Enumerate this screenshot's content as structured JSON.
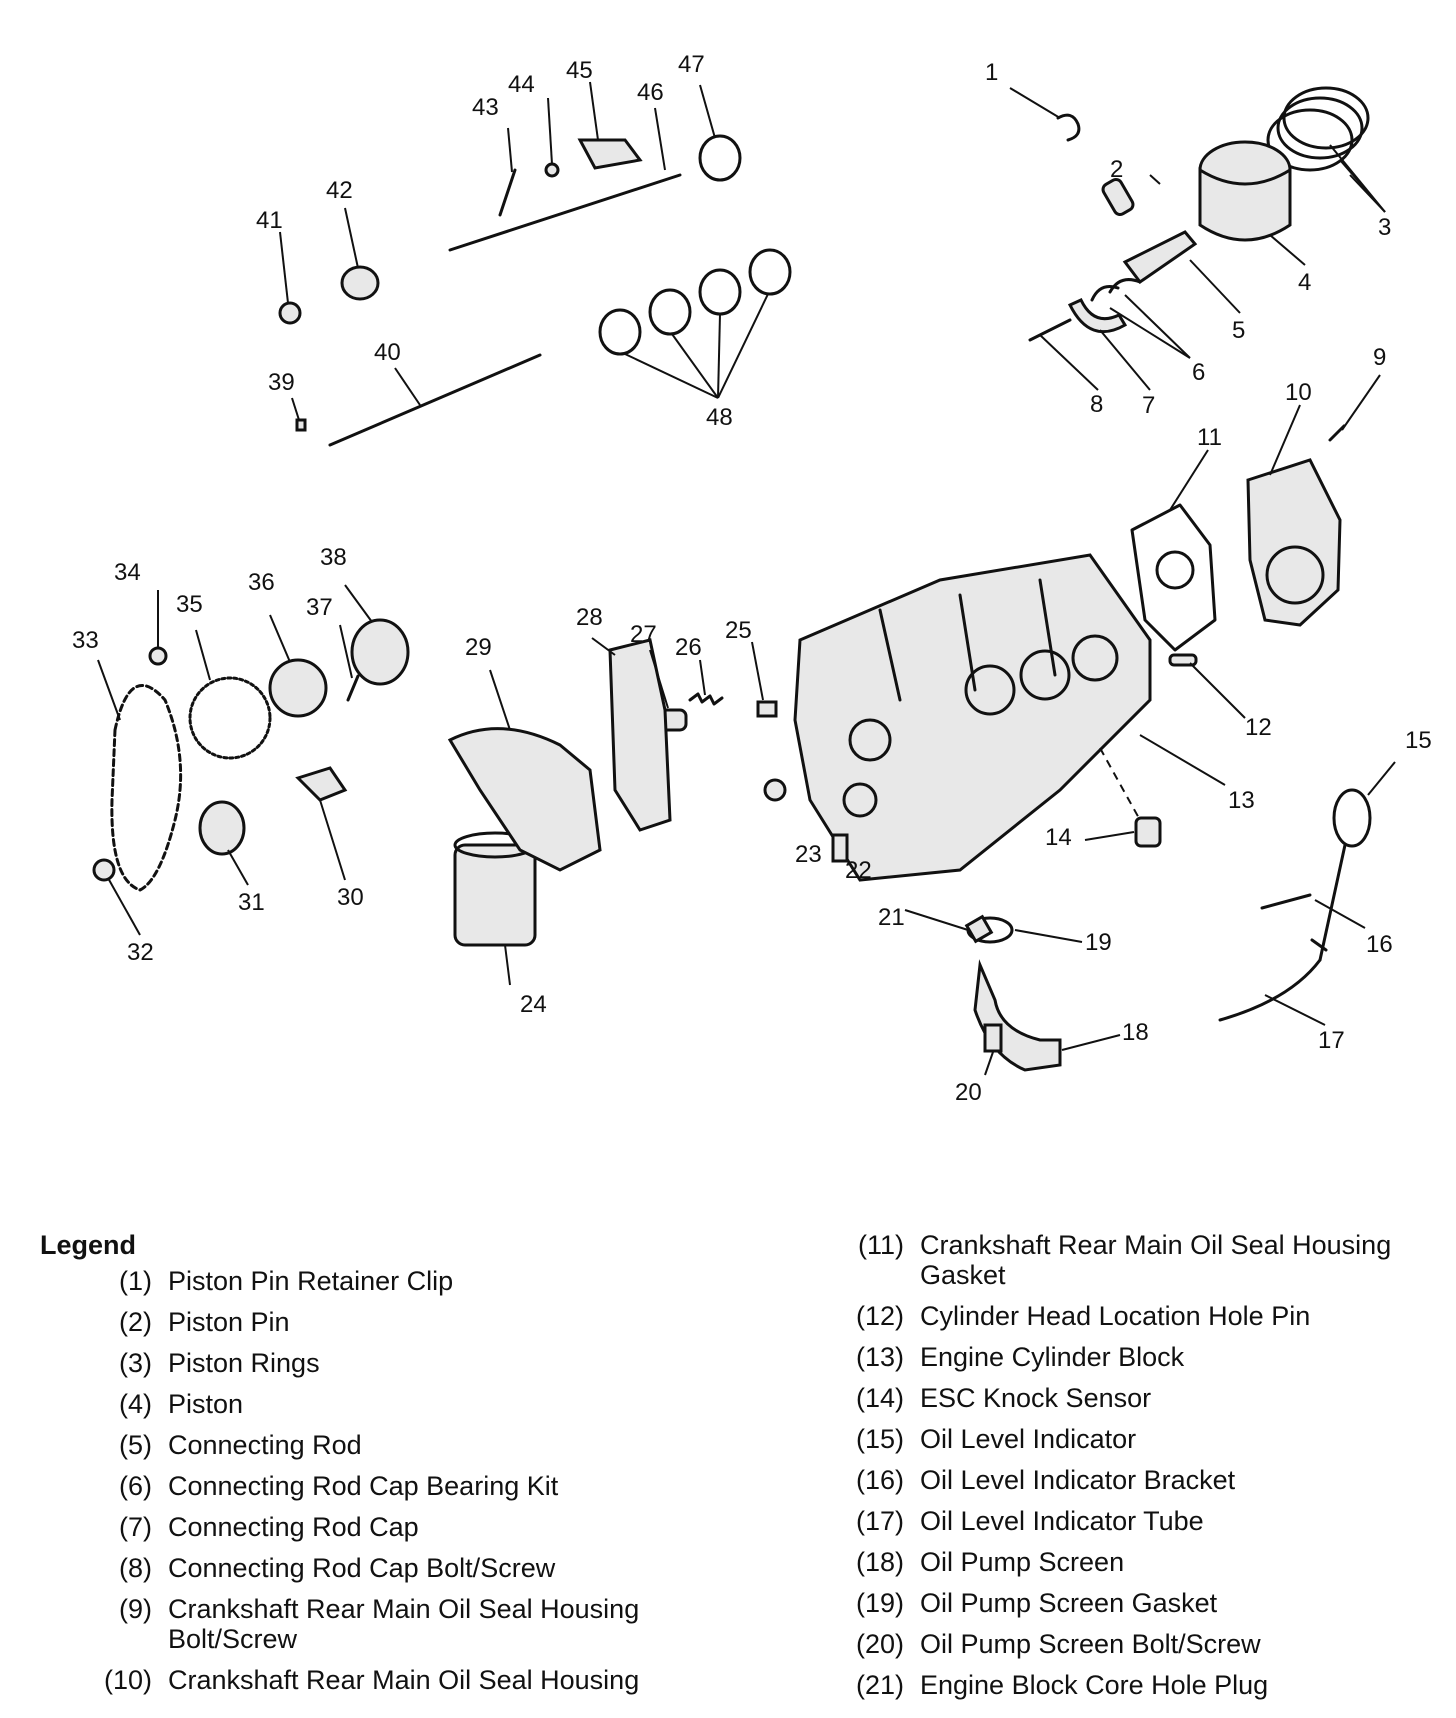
{
  "callouts": {
    "c1": "1",
    "c2": "2",
    "c3": "3",
    "c4": "4",
    "c5": "5",
    "c6": "6",
    "c7": "7",
    "c8": "8",
    "c9": "9",
    "c10": "10",
    "c11": "11",
    "c12": "12",
    "c13": "13",
    "c14": "14",
    "c15": "15",
    "c16": "16",
    "c17": "17",
    "c18": "18",
    "c19": "19",
    "c20": "20",
    "c21": "21",
    "c22": "22",
    "c23": "23",
    "c24": "24",
    "c25": "25",
    "c26": "26",
    "c27": "27",
    "c28": "28",
    "c29": "29",
    "c30": "30",
    "c31": "31",
    "c32": "32",
    "c33": "33",
    "c34": "34",
    "c35": "35",
    "c36": "36",
    "c37": "37",
    "c38": "38",
    "c39": "39",
    "c40": "40",
    "c41": "41",
    "c42": "42",
    "c43": "43",
    "c44": "44",
    "c45": "45",
    "c46": "46",
    "c47": "47",
    "c48": "48"
  },
  "legend": {
    "title": "Legend",
    "left": [
      {
        "num": "(1)",
        "label": "Piston Pin Retainer Clip"
      },
      {
        "num": "(2)",
        "label": "Piston Pin"
      },
      {
        "num": "(3)",
        "label": "Piston Rings"
      },
      {
        "num": "(4)",
        "label": "Piston"
      },
      {
        "num": "(5)",
        "label": "Connecting Rod"
      },
      {
        "num": "(6)",
        "label": "Connecting Rod Cap Bearing Kit"
      },
      {
        "num": "(7)",
        "label": "Connecting Rod Cap"
      },
      {
        "num": "(8)",
        "label": "Connecting Rod Cap Bolt/Screw"
      },
      {
        "num": "(9)",
        "label": "Crankshaft Rear Main Oil Seal Housing Bolt/Screw"
      },
      {
        "num": "(10)",
        "label": "Crankshaft Rear Main Oil Seal Housing"
      }
    ],
    "right": [
      {
        "num": "(11)",
        "label": "Crankshaft Rear Main Oil Seal Housing Gasket"
      },
      {
        "num": "(12)",
        "label": "Cylinder Head Location Hole Pin"
      },
      {
        "num": "(13)",
        "label": "Engine Cylinder Block"
      },
      {
        "num": "(14)",
        "label": "ESC Knock Sensor"
      },
      {
        "num": "(15)",
        "label": "Oil Level Indicator"
      },
      {
        "num": "(16)",
        "label": "Oil Level Indicator Bracket"
      },
      {
        "num": "(17)",
        "label": "Oil Level Indicator Tube"
      },
      {
        "num": "(18)",
        "label": "Oil Pump Screen"
      },
      {
        "num": "(19)",
        "label": "Oil Pump Screen Gasket"
      },
      {
        "num": "(20)",
        "label": "Oil Pump Screen Bolt/Screw"
      },
      {
        "num": "(21)",
        "label": "Engine Block Core Hole Plug"
      }
    ]
  }
}
